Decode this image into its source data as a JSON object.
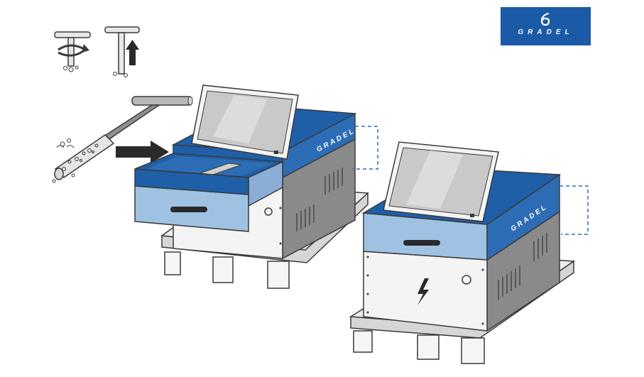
{
  "logo": {
    "text": "GRADEL",
    "color": "#1a5aa6"
  },
  "unit_left": {
    "brand": "GRADEL"
  },
  "unit_right": {
    "brand": "GRADEL"
  },
  "colors": {
    "blue_dark": "#1f5fa8",
    "blue_side": "#2d6db5",
    "blue_light": "#9fc2e3",
    "grey_body": "#8a8a8a",
    "grey_light": "#ececec",
    "outline": "#3a3a3a"
  },
  "icons": [
    "rotate-arrow-icon",
    "pull-up-arrow-icon",
    "push-arrow-icon",
    "lightning-icon"
  ]
}
